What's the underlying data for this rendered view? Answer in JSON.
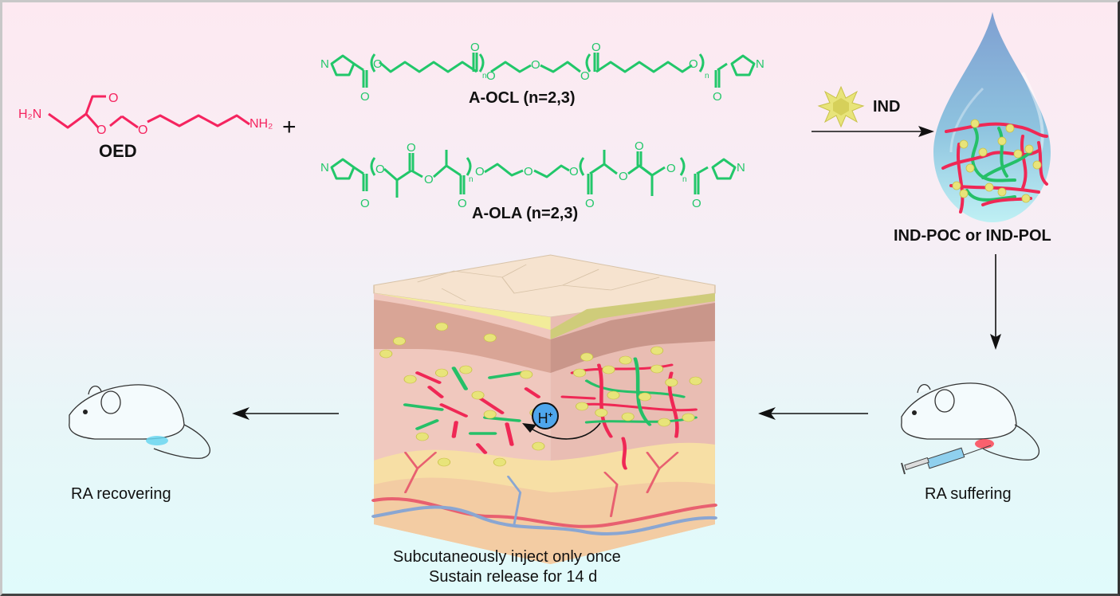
{
  "title": "IND-loaded hydrogel (IND-POC / IND-POL) for rheumatoid arthritis therapy",
  "colors": {
    "oed_chain": "#f5245f",
    "polymer_chain": "#22c76a",
    "network_red": "#ef2855",
    "network_green": "#25c068",
    "drug_particle": "#e8e47a",
    "droplet_top": "#7f9fd1",
    "droplet_bottom": "#a9e6f0",
    "proton_circle": "#4ea6ec"
  },
  "reactants": {
    "oed": {
      "name": "OED",
      "left_group": "H₂N",
      "right_group": "NH₂",
      "ring_oxygen_top": "O",
      "ring_oxygen_bottom": "O",
      "ether_oxygen": "O"
    },
    "plus_sign": "+",
    "a_ocl": {
      "name": "A-OCL (n=2,3)",
      "imidazole_n": "N",
      "oxygen": "O",
      "repeat": "n"
    },
    "a_ola": {
      "name": "A-OLA (n=2,3)",
      "imidazole_n": "N",
      "oxygen": "O",
      "repeat": "n"
    }
  },
  "drug": {
    "name": "IND",
    "icon": "drug-crystal-icon"
  },
  "product": {
    "name": "IND-POC or IND-POL",
    "icon": "hydrogel-droplet-icon"
  },
  "skin_panel": {
    "icon": "skin-cross-section-icon",
    "proton_label": "H",
    "proton_charge": "+",
    "caption_line1": "Subcutaneously inject only once",
    "caption_line2": "Sustain release for 14 d"
  },
  "mice": {
    "suffering": {
      "label": "RA suffering",
      "icon": "mouse-with-syringe-icon"
    },
    "recovering": {
      "label": "RA recovering",
      "icon": "mouse-recovered-icon"
    }
  },
  "flow": [
    {
      "from": "reactants",
      "to": "product",
      "direction": "right"
    },
    {
      "from": "product",
      "to": "RA suffering",
      "direction": "down"
    },
    {
      "from": "RA suffering",
      "to": "skin_panel",
      "direction": "left"
    },
    {
      "from": "skin_panel",
      "to": "RA recovering",
      "direction": "left"
    }
  ]
}
